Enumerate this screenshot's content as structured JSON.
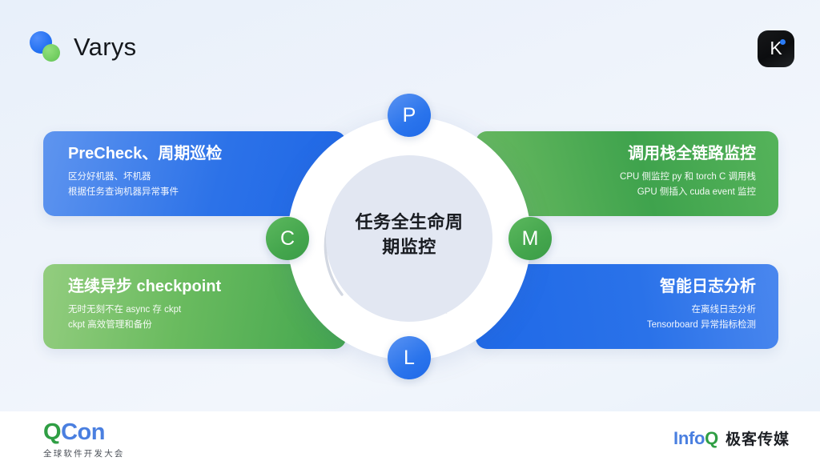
{
  "header": {
    "brand_name": "Varys",
    "logo_icon": "two-overlapping-circles-logo",
    "badge": {
      "letter": "K",
      "dot_color": "#2a7bf5",
      "background": "#111214"
    }
  },
  "center": {
    "title_line1": "任务全生命周",
    "title_line2": "期监控"
  },
  "nodes": [
    {
      "id": "P",
      "letter": "P",
      "color": "#2a74ec",
      "position": "top"
    },
    {
      "id": "M",
      "letter": "M",
      "color": "#44a64d",
      "position": "right"
    },
    {
      "id": "L",
      "letter": "L",
      "color": "#2a74ec",
      "position": "bottom"
    },
    {
      "id": "C",
      "letter": "C",
      "color": "#44a64d",
      "position": "left"
    }
  ],
  "cards": {
    "precheck": {
      "title": "PreCheck、周期巡检",
      "sub1": "区分好机器、坏机器",
      "sub2": "根据任务查询机器异常事件",
      "accent": "#2c72e8"
    },
    "callstack": {
      "title": "调用栈全链路监控",
      "sub1": "CPU 侧监控 py 和 torch C 调用栈",
      "sub2": "GPU 侧插入 cuda event 监控",
      "accent": "#3fa34d"
    },
    "checkpoint": {
      "title": "连续异步 checkpoint",
      "sub1": "无时无刻不在 async 存 ckpt",
      "sub2": "ckpt 高效管理和备份",
      "accent": "#6abb5f"
    },
    "loganalysis": {
      "title": "智能日志分析",
      "sub1": "在离线日志分析",
      "sub2": "Tensorboard 异常指标检测",
      "accent": "#2a72e9"
    }
  },
  "footer": {
    "qcon_q": "Q",
    "qcon_con": "Con",
    "qcon_sub": "全球软件开发大会",
    "infoq_info": "Info",
    "infoq_q": "Q",
    "infoq_cn": "极客传媒"
  }
}
